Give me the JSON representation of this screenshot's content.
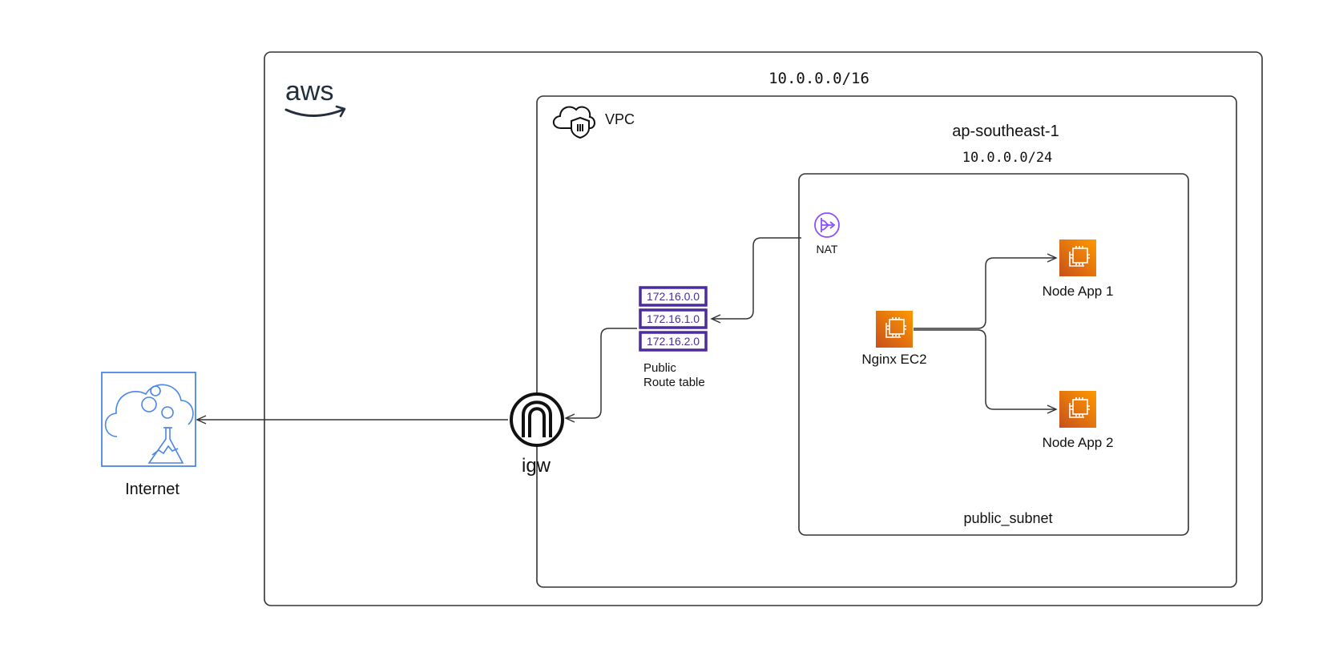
{
  "colors": {
    "stroke": "#333333",
    "ec2_orange": "#ED7100",
    "vpc_purple": "#8C4FFF",
    "route_purple": "#4B2CA0",
    "internet_blue": "#4A86E8"
  },
  "labels": {
    "aws_logo": "aws",
    "outer_cidr": "10.0.0.0/16",
    "vpc": "VPC",
    "region": "ap-southeast-1",
    "subnet_cidr": "10.0.0.0/24",
    "subnet_name": "public_subnet",
    "nat": "NAT",
    "nginx": "Nginx EC2",
    "node_app_1": "Node App 1",
    "node_app_2": "Node App 2",
    "route_table_line1": "Public",
    "route_table_line2": "Route table",
    "igw": "igw",
    "internet": "Internet"
  },
  "route_table": {
    "entries": [
      "172.16.0.0",
      "172.16.1.0",
      "172.16.2.0"
    ]
  },
  "icons": {
    "aws": "aws-logo",
    "vpc": "vpc-cloud-shield-icon",
    "nat": "nat-gateway-icon",
    "ec2": "ec2-instance-icon",
    "igw": "internet-gateway-icon",
    "internet": "internet-cloud-lab-icon",
    "route_table": "route-table-icon"
  }
}
